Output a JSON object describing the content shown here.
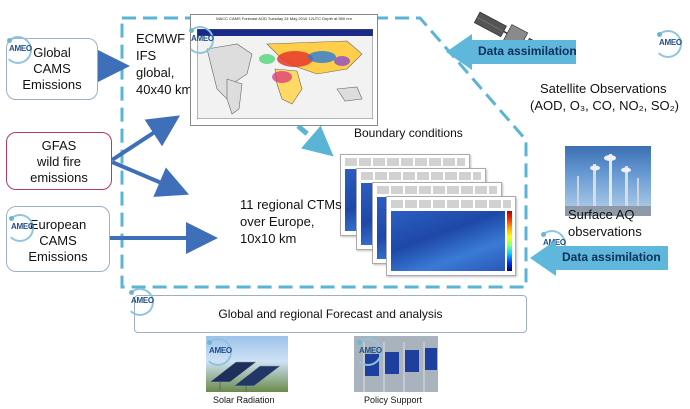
{
  "sources": {
    "global_cams": "Global\nCAMS\nEmissions",
    "gfas": "GFAS\nwild fire\nemissions",
    "european_cams": "European\nCAMS\nEmissions"
  },
  "logo_text": "AMEO",
  "ecmwf_label": "ECMWF\nIFS\nglobal,\n40x40 km",
  "map_title": "MACC CAMS Forecast AOD Tuesday 24 May 2016 12UTC Depth at 550 nm",
  "boundary_conditions": "Boundary conditions",
  "regional_label": "11 regional CTMs\nover Europe,\n10x10 km",
  "data_assimilation_top": "Data assimilation",
  "data_assimilation_bottom": "Data assimilation",
  "satellite_label_line1": "Satellite Observations",
  "satellite_label_line2": "(AOD, O₃, CO, NO₂, SO₂)",
  "surface_label": "Surface AQ\nobservations",
  "forecast_box": "Global and regional Forecast and analysis",
  "solar_caption": "Solar Radiation",
  "policy_caption": "Policy Support",
  "colors": {
    "dashed_border": "#5ab4d6",
    "flow_arrow": "#3f6fb8",
    "data_assimilation_arrow": "#5fb7dc",
    "gfas_border": "#b23a6b"
  }
}
